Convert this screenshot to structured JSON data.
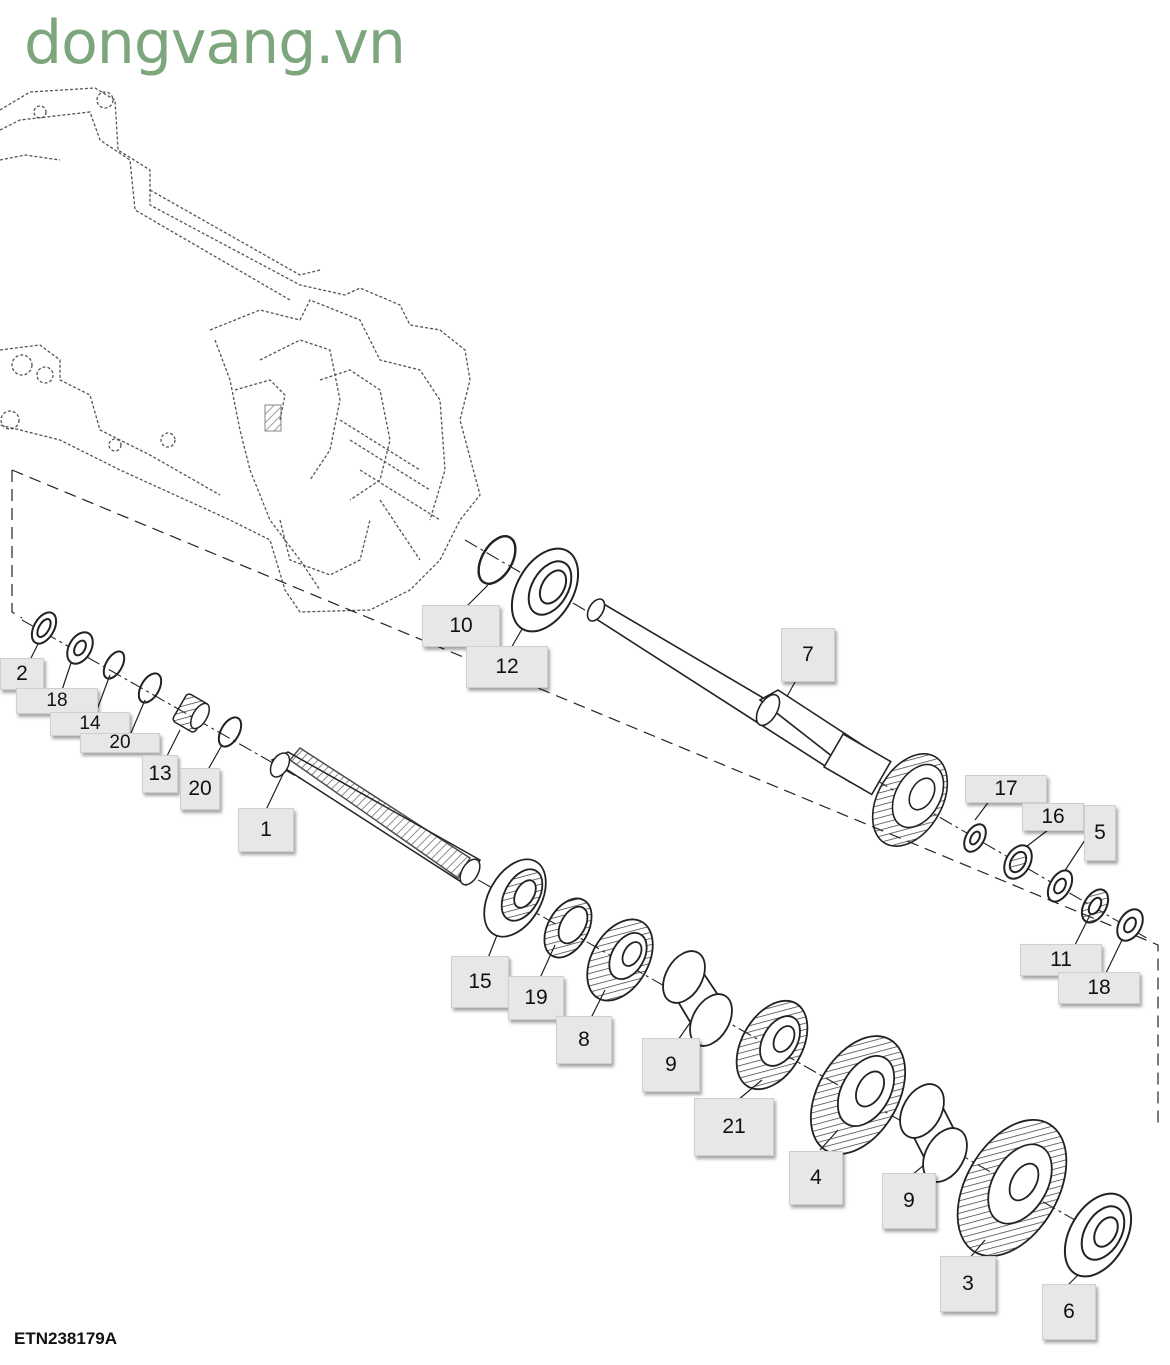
{
  "watermark": "dongvang.vn",
  "figure_id": "ETN238179A",
  "callouts": [
    "2",
    "18",
    "14",
    "20",
    "13",
    "20",
    "1",
    "10",
    "12",
    "7",
    "17",
    "16",
    "5",
    "15",
    "19",
    "8",
    "9",
    "21",
    "4",
    "9",
    "3",
    "6",
    "11",
    "18"
  ]
}
